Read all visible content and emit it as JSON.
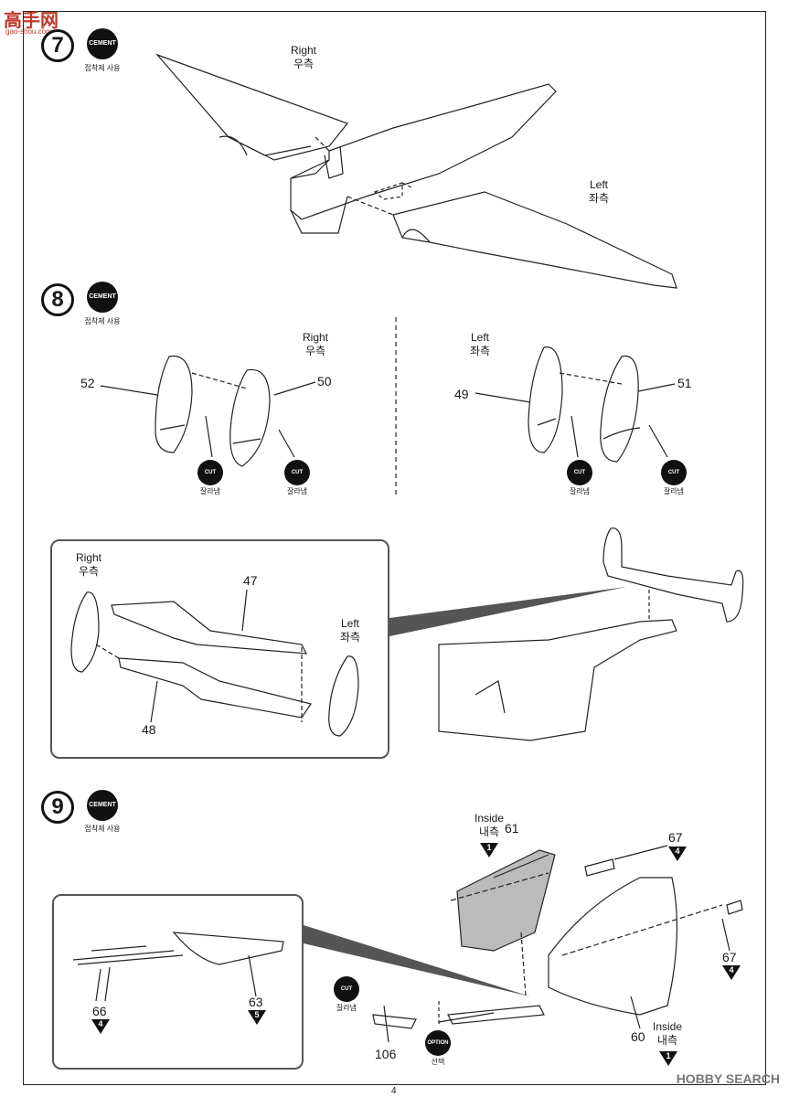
{
  "header": {
    "logo_text": "高手网",
    "logo_sub": "gao-shou.com"
  },
  "steps": [
    {
      "number": "7",
      "cement_label": "CEMENT",
      "cement_caption": "접착제 사용"
    },
    {
      "number": "8",
      "cement_label": "CEMENT",
      "cement_caption": "접착제 사용"
    },
    {
      "number": "9",
      "cement_label": "CEMENT",
      "cement_caption": "접착제 사용"
    }
  ],
  "step7": {
    "right_en": "Right",
    "right_ko": "우측",
    "left_en": "Left",
    "left_ko": "좌측"
  },
  "step8": {
    "right_en": "Right",
    "right_ko": "우측",
    "left_en": "Left",
    "left_ko": "좌측",
    "parts": {
      "p52": "52",
      "p50": "50",
      "p49": "49",
      "p51": "51"
    },
    "cut_label": "CUT",
    "cut_caption": "잘라냄",
    "inset": {
      "right_en": "Right",
      "right_ko": "우측",
      "left_en": "Left",
      "left_ko": "좌측",
      "p47": "47",
      "p48": "48"
    }
  },
  "step9": {
    "inside_en": "Inside",
    "inside_ko": "내측",
    "p61": "61",
    "p67": "67",
    "p60": "60",
    "p63": "63",
    "p66": "66",
    "p106": "106",
    "ref_1": "1",
    "ref_4": "4",
    "ref_5": "5",
    "cut_label": "CUT",
    "cut_caption": "잘라냄",
    "option_label": "OPTION",
    "option_caption": "선택"
  },
  "footer": {
    "page_number": "4",
    "watermark": "HOBBY SEARCH"
  }
}
